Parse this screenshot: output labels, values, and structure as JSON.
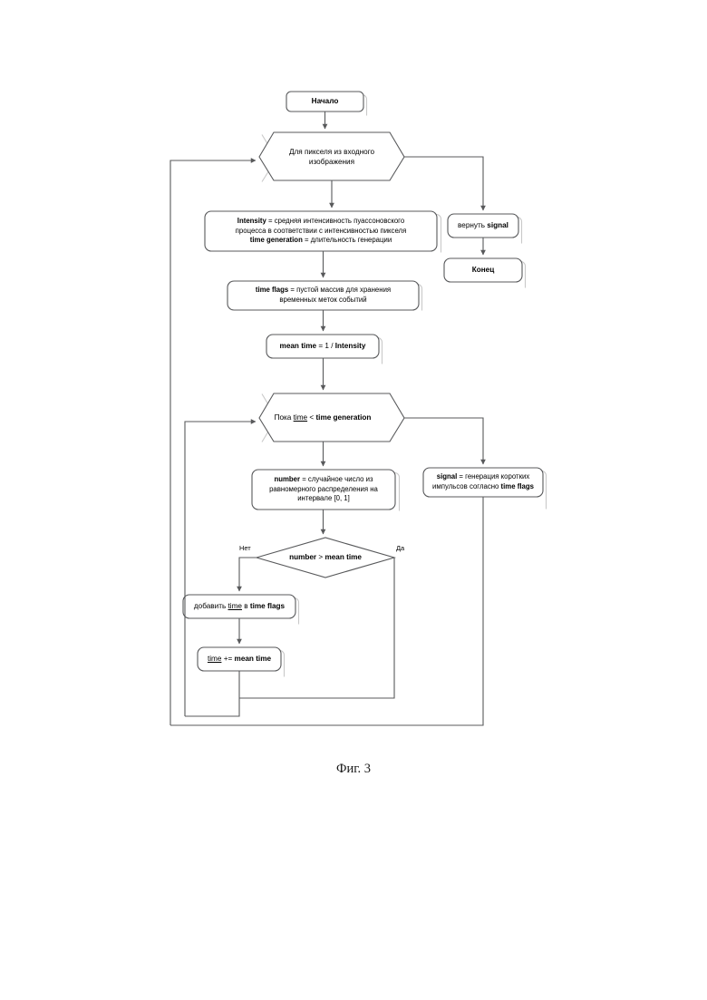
{
  "figure": {
    "caption": "Фиг. 3",
    "type": "flowchart",
    "language": "ru",
    "line_color": "#58595b",
    "node_stroke": "#58595b",
    "node_fill": "#ffffff",
    "shadow_color": "#c9c9c9",
    "text_color": "#000000"
  },
  "nodes": {
    "start": {
      "shape": "rounded-rect",
      "label": "Начало"
    },
    "for_pixel": {
      "shape": "hexagon",
      "line1": "Для пикселя из входного",
      "line2": "изображения"
    },
    "init": {
      "shape": "rounded-rect",
      "line1_bold": "Intensity",
      "line1_rest": " = средняя интенсивность пуассоновского",
      "line2": "процесса в соответствии с интенсивностью пикселя",
      "line3_bold": "time generation",
      "line3_rest": " = длительность генерации"
    },
    "time_flags": {
      "shape": "rounded-rect",
      "line1_bold": "time flags",
      "line1_rest": " = пустой массив для хранения",
      "line2": "временных меток событий"
    },
    "mean_time": {
      "shape": "rounded-rect",
      "bold1": "mean time",
      "mid": " = 1 / ",
      "bold2": "Intensity"
    },
    "while_loop": {
      "shape": "hexagon",
      "prefix": "Пока ",
      "underlined": "time",
      "mid": " < ",
      "bold": "time generation"
    },
    "number": {
      "shape": "rounded-rect",
      "line1_bold": "number",
      "line1_rest": " = случайное число из",
      "line2": "равномерного распределения на",
      "line3": "интервале [0, 1]"
    },
    "decision": {
      "shape": "diamond",
      "bold1": "number",
      "mid": "  >  ",
      "bold2": "mean time"
    },
    "append": {
      "shape": "rounded-rect",
      "prefix": "добавить ",
      "underlined": "time",
      "mid": " в ",
      "bold": "time flags"
    },
    "increment": {
      "shape": "rounded-rect",
      "underlined": "time",
      "mid": " += ",
      "bold": "mean time"
    },
    "signal": {
      "shape": "rounded-rect",
      "line1_bold": "signal",
      "line1_rest": " = генерация коротких",
      "line2_rest": "импульсов согласно ",
      "line2_bold": "time flags"
    },
    "return_signal": {
      "shape": "rounded-rect",
      "prefix": "вернуть ",
      "bold": "signal"
    },
    "end": {
      "shape": "rounded-rect",
      "label": "Конец"
    }
  },
  "edge_labels": {
    "no": "Нет",
    "yes": "Да"
  }
}
